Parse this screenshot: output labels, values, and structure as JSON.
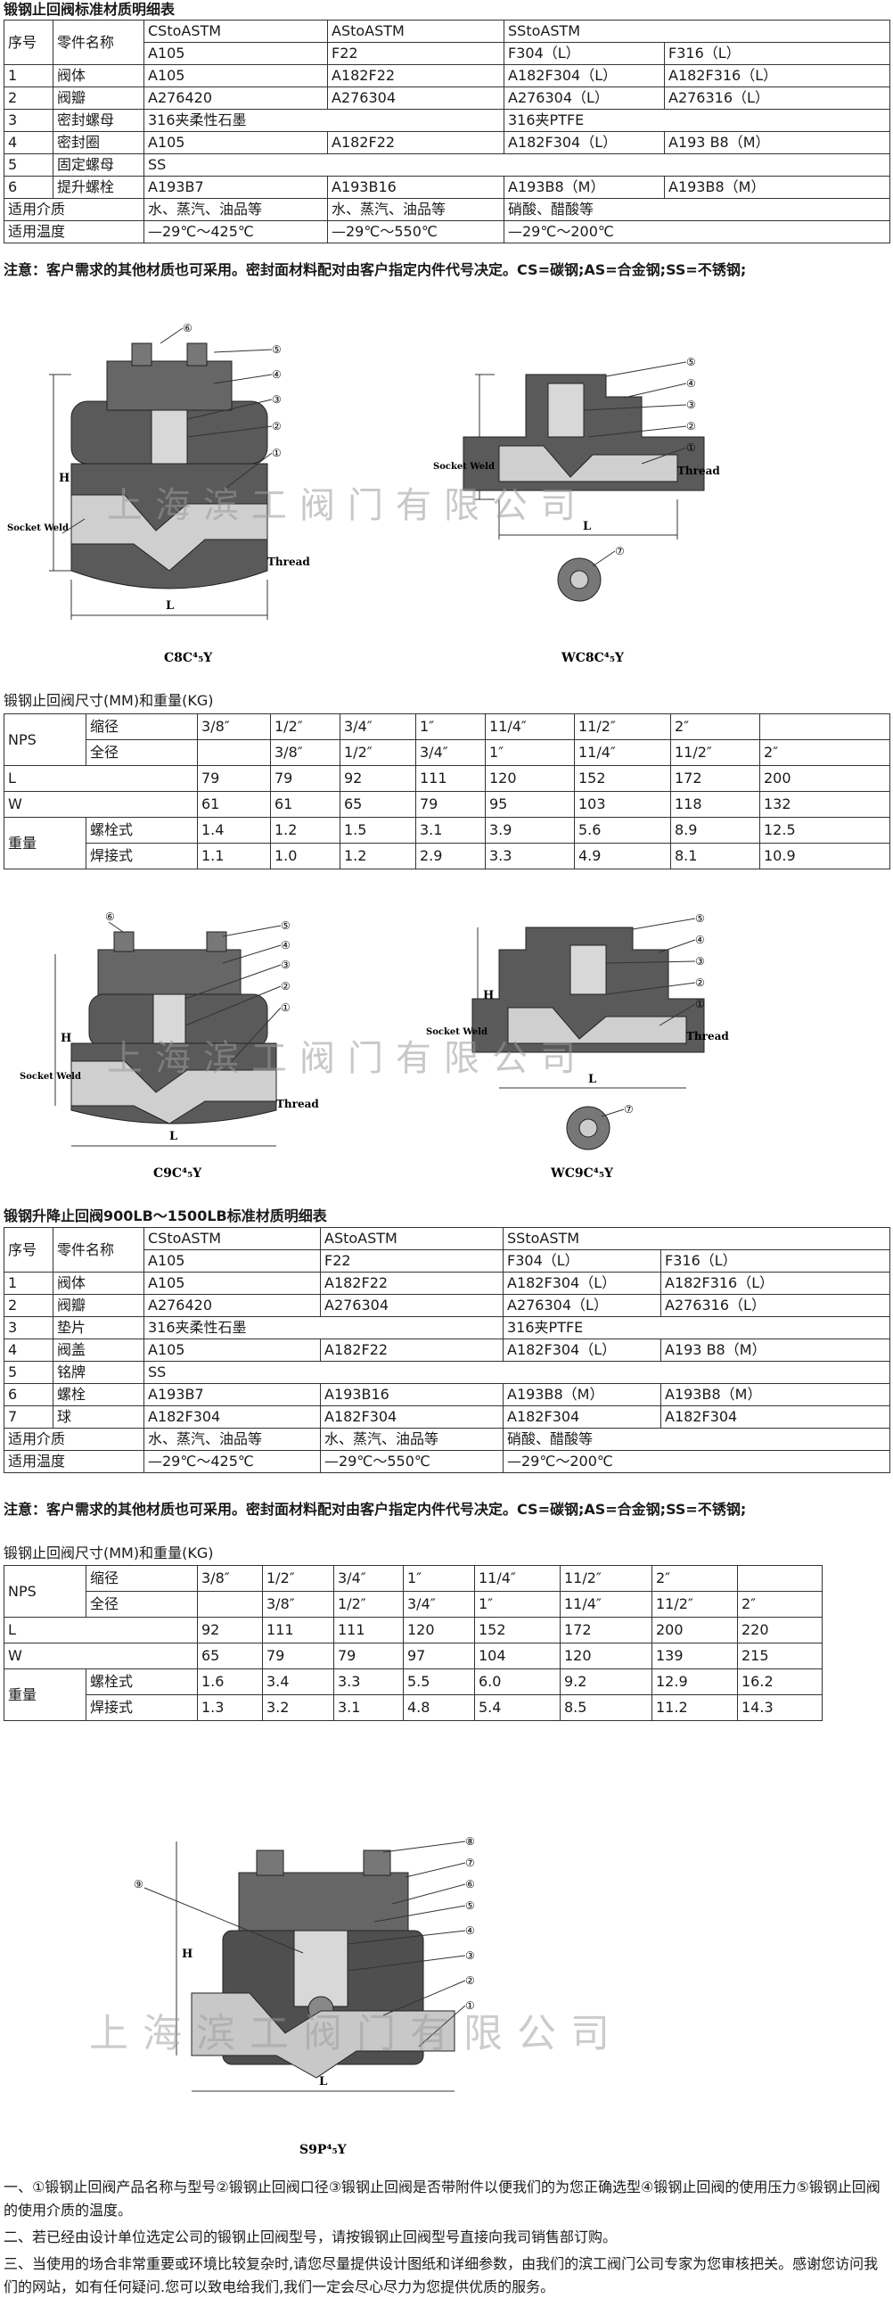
{
  "table1": {
    "title": "锻钢止回阀标准材质明细表",
    "rows": [
      [
        "序号",
        "零件名称",
        "CStoASTM",
        "AStoASTM",
        "SStoASTM",
        ""
      ],
      [
        "",
        "",
        "A105",
        "F22",
        "F304（L）",
        "F316（L）"
      ],
      [
        "1",
        "阀体",
        "A105",
        "A182F22",
        "A182F304（L）",
        "A182F316（L）"
      ],
      [
        "2",
        "阀瓣",
        "A276420",
        "A276304",
        "A276304（L）",
        "A276316（L）"
      ],
      [
        "3",
        "密封螺母",
        "316夹柔性石墨",
        "",
        "316夹PTFE",
        ""
      ],
      [
        "4",
        "密封圈",
        "A105",
        "A182F22",
        "A182F304（L）",
        "A193 B8（M）"
      ],
      [
        "5",
        "固定螺母",
        "SS",
        "",
        "",
        ""
      ],
      [
        "6",
        "提升螺栓",
        "A193B7",
        "A193B16",
        "A193B8（M）",
        "A193B8（M）"
      ],
      [
        "适用介质",
        "",
        "水、蒸汽、油品等",
        "水、蒸汽、油品等",
        "硝酸、醋酸等",
        ""
      ],
      [
        "适用温度",
        "",
        "—29℃～425℃",
        "—29℃～550℃",
        "—29℃～200℃",
        ""
      ]
    ]
  },
  "note1": "注意：客户需求的其他材质也可采用。密封面材料配对由客户指定内件代号决定。CS=碳钢;AS=合金钢;SS=不锈钢;",
  "figure1": {
    "left_caption": "C8C⁴₅Y",
    "right_caption": "WC8C⁴₅Y",
    "socket_weld": "Socket Weld",
    "thread": "Thread",
    "dim_h": "H",
    "dim_l": "L",
    "watermark": "上海滨工阀门有限公司",
    "left_callouts": [
      "⑥",
      "⑤",
      "④",
      "③",
      "②",
      "①"
    ],
    "right_callouts": [
      "⑤",
      "④",
      "③",
      "②",
      "①",
      "⑦"
    ]
  },
  "table2": {
    "title": "锻钢止回阀尺寸(MM)和重量(KG)",
    "rows": [
      [
        "NPS",
        "缩径",
        "3/8″",
        "1/2″",
        "3/4″",
        "1″",
        "11/4″",
        "11/2″",
        "2″",
        ""
      ],
      [
        "",
        "全径",
        "",
        "3/8″",
        "1/2″",
        "3/4″",
        "1″",
        "11/4″",
        "11/2″",
        "2″"
      ],
      [
        "L",
        "",
        "79",
        "79",
        "92",
        "111",
        "120",
        "152",
        "172",
        "200"
      ],
      [
        "W",
        "",
        "61",
        "61",
        "65",
        "79",
        "95",
        "103",
        "118",
        "132"
      ],
      [
        "重量",
        "螺栓式",
        "1.4",
        "1.2",
        "1.5",
        "3.1",
        "3.9",
        "5.6",
        "8.9",
        "12.5"
      ],
      [
        "",
        "焊接式",
        "1.1",
        "1.0",
        "1.2",
        "2.9",
        "3.3",
        "4.9",
        "8.1",
        "10.9"
      ]
    ]
  },
  "figure2": {
    "left_caption": "C9C⁴₅Y",
    "right_caption": "WC9C⁴₅Y",
    "socket_weld": "Socket Weld",
    "thread": "Thread",
    "dim_h": "H",
    "dim_l": "L",
    "watermark": "上海滨工阀门有限公司",
    "left_callouts": [
      "⑥",
      "⑤",
      "④",
      "③",
      "②",
      "①"
    ],
    "right_callouts": [
      "⑤",
      "④",
      "③",
      "②",
      "①",
      "⑦"
    ]
  },
  "table3": {
    "title": "锻钢升降止回阀900LB～1500LB标准材质明细表",
    "rows": [
      [
        "序号",
        "零件名称",
        "CStoASTM",
        "AStoASTM",
        "SStoASTM",
        ""
      ],
      [
        "",
        "",
        "A105",
        "F22",
        "F304（L）",
        "F316（L）"
      ],
      [
        "1",
        "阀体",
        "A105",
        "A182F22",
        "A182F304（L）",
        "A182F316（L）"
      ],
      [
        "2",
        "阀瓣",
        "A276420",
        "A276304",
        "A276304（L）",
        "A276316（L）"
      ],
      [
        "3",
        "垫片",
        "316夹柔性石墨",
        "",
        "316夹PTFE",
        ""
      ],
      [
        "4",
        "阀盖",
        "A105",
        "A182F22",
        "A182F304（L）",
        "A193 B8（M）"
      ],
      [
        "5",
        "铭牌",
        "SS",
        "",
        "",
        ""
      ],
      [
        "6",
        "螺栓",
        "A193B7",
        "A193B16",
        "A193B8（M）",
        "A193B8（M）"
      ],
      [
        "7",
        "球",
        "A182F304",
        "A182F304",
        "A182F304",
        "A182F304"
      ],
      [
        "适用介质",
        "",
        "水、蒸汽、油品等",
        "水、蒸汽、油品等",
        "硝酸、醋酸等",
        ""
      ],
      [
        "适用温度",
        "",
        "—29℃～425℃",
        "—29℃～550℃",
        "—29℃～200℃",
        ""
      ]
    ]
  },
  "note2": "注意：客户需求的其他材质也可采用。密封面材料配对由客户指定内件代号决定。CS=碳钢;AS=合金钢;SS=不锈钢;",
  "table4": {
    "title": "锻钢止回阀尺寸(MM)和重量(KG)",
    "rows": [
      [
        "NPS",
        "缩径",
        "3/8″",
        "1/2″",
        "3/4″",
        "1″",
        "11/4″",
        "11/2″",
        "2″",
        ""
      ],
      [
        "",
        "全径",
        "",
        "3/8″",
        "1/2″",
        "3/4″",
        "1″",
        "11/4″",
        "11/2″",
        "2″"
      ],
      [
        "L",
        "",
        "92",
        "111",
        "111",
        "120",
        "152",
        "172",
        "200",
        "220"
      ],
      [
        "W",
        "",
        "65",
        "79",
        "79",
        "97",
        "104",
        "120",
        "139",
        "215"
      ],
      [
        "重量",
        "螺栓式",
        "1.6",
        "3.4",
        "3.3",
        "5.5",
        "6.0",
        "9.2",
        "12.9",
        "16.2"
      ],
      [
        "",
        "焊接式",
        "1.3",
        "3.2",
        "3.1",
        "4.8",
        "5.4",
        "8.5",
        "11.2",
        "14.3"
      ]
    ]
  },
  "figure3": {
    "caption": "S9P⁴₅Y",
    "dim_h": "H",
    "dim_l": "L",
    "watermark": "上海滨工阀门有限公司",
    "callouts": [
      "⑧",
      "⑦",
      "⑥",
      "⑤",
      "④",
      "③",
      "②",
      "①",
      "⑨"
    ]
  },
  "footer": {
    "p1": "一、①锻钢止回阀产品名称与型号②锻钢止回阀口径③锻钢止回阀是否带附件以便我们的为您正确选型④锻钢止回阀的使用压力⑤锻钢止回阀的使用介质的温度。",
    "p2": "二、若已经由设计单位选定公司的锻钢止回阀型号，请按锻钢止回阀型号直接向我司销售部订购。",
    "p3": "三、当使用的场合非常重要或环境比较复杂时,请您尽量提供设计图纸和详细参数，由我们的滨工阀门公司专家为您审核把关。感谢您访问我们的网站，如有任何疑问.您可以致电给我们,我们一定会尽心尽力为您提供优质的服务。"
  }
}
